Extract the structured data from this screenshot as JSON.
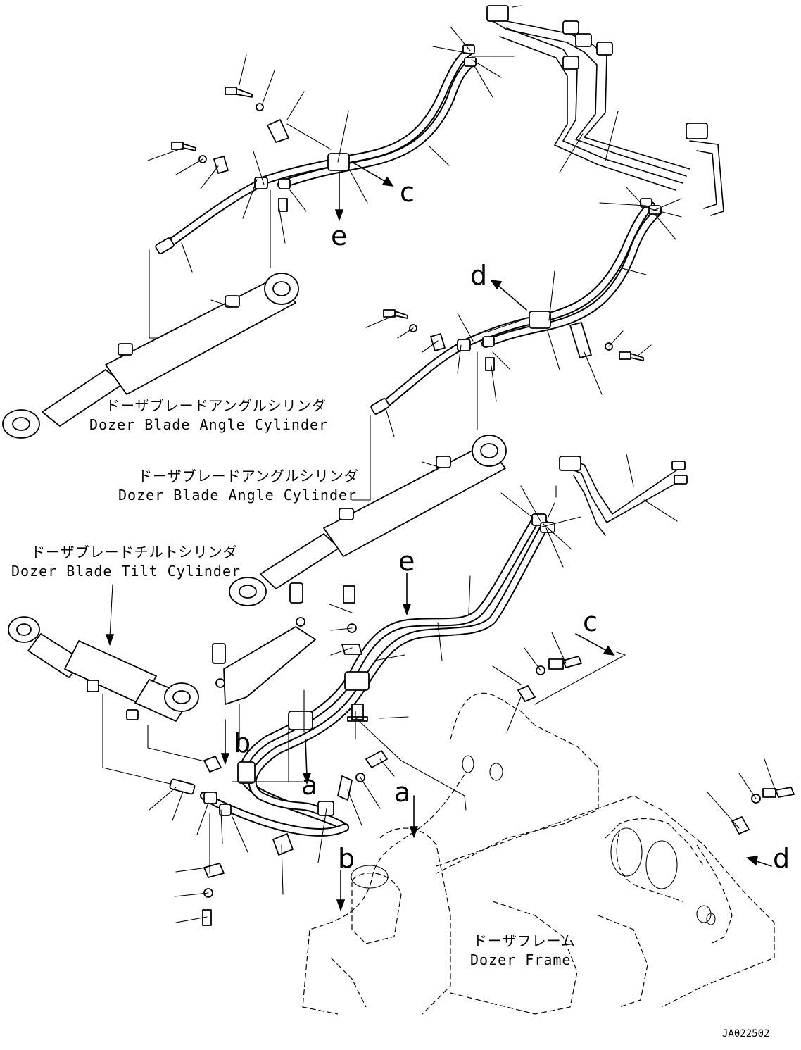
{
  "labels": {
    "angle_cyl_1_jp": "ドーザブレードアングルシリンダ",
    "angle_cyl_1_en": "Dozer Blade Angle Cylinder",
    "angle_cyl_2_jp": "ドーザブレードアングルシリンダ",
    "angle_cyl_2_en": "Dozer Blade Angle Cylinder",
    "tilt_cyl_jp": "ドーザブレードチルトシリンダ",
    "tilt_cyl_en": "Dozer Blade Tilt Cylinder",
    "frame_jp": "ドーザフレーム",
    "frame_en": "Dozer Frame"
  },
  "view_refs": {
    "c_top": "c",
    "e_top": "e",
    "d_mid": "d",
    "e_mid": "e",
    "c_mid": "c",
    "b_left": "b",
    "a_left": "a",
    "a_right": "a",
    "b_low": "b",
    "d_low": "d"
  },
  "drawing_code": "JA022502"
}
